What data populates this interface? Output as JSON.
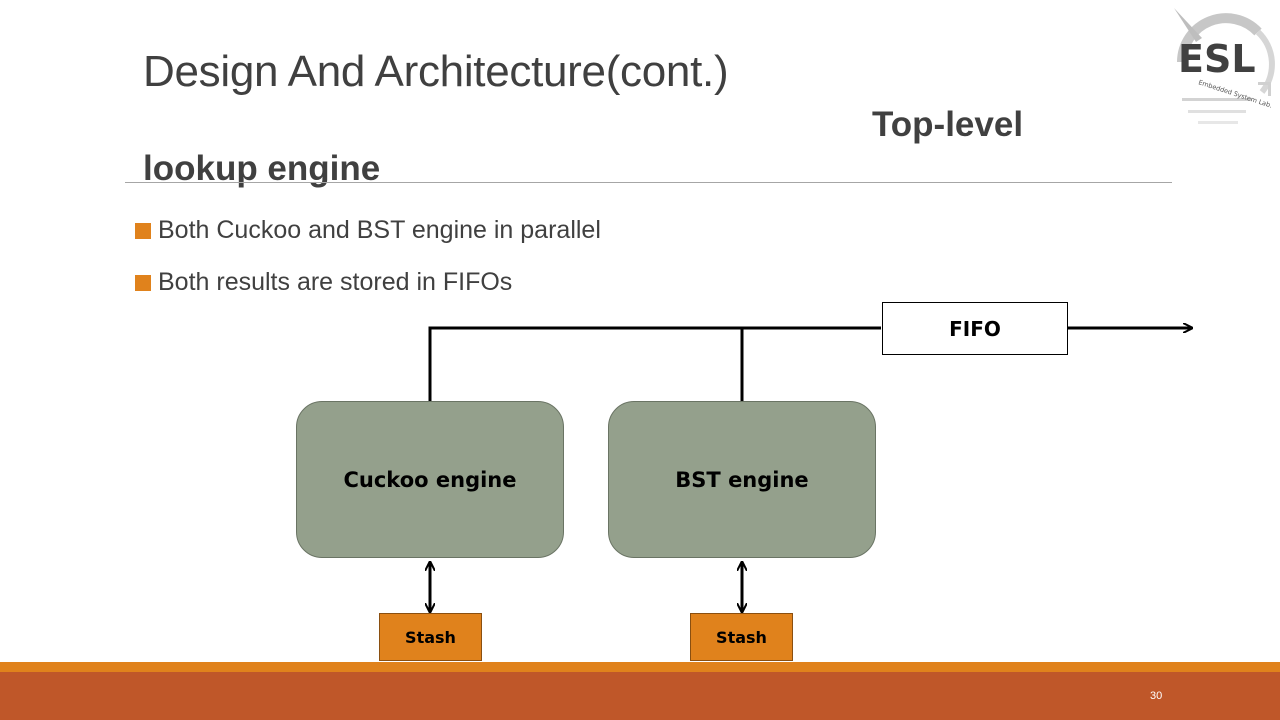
{
  "slide": {
    "title": "Design And Architecture(cont.)",
    "subtitle_line1": "Top-level",
    "subtitle_line2": "lookup engine",
    "bullets": [
      "Both Cuckoo and BST engine in parallel",
      "Both results are stored in FIFOs"
    ],
    "page_number": "30"
  },
  "diagram": {
    "cuckoo_engine_label": "Cuckoo engine",
    "bst_engine_label": "BST engine",
    "fifo_label": "FIFO",
    "stash_left_label": "Stash",
    "stash_right_label": "Stash"
  },
  "logo": {
    "text": "ESL",
    "tagline": "Embedded System Lab."
  },
  "colors": {
    "accent_orange": "#e0821c",
    "footer": "#bf5729",
    "engine_fill": "#94a08c",
    "text": "#404040"
  }
}
